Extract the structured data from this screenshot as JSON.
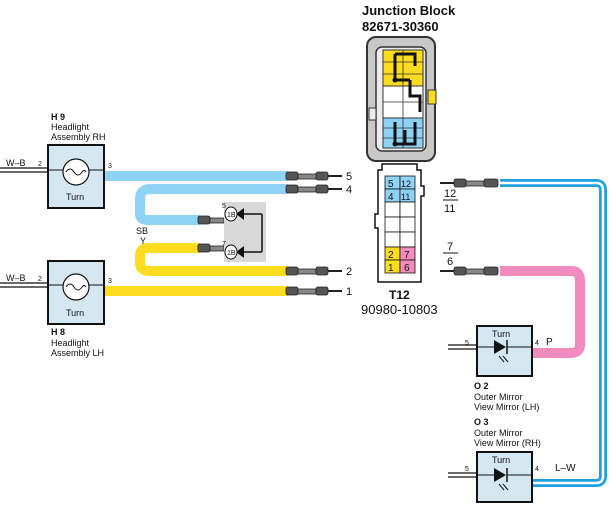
{
  "junction_block": {
    "title": "Junction Block",
    "part_number": "82671-30360"
  },
  "connector": {
    "id": "T12",
    "part_number": "90980-10803",
    "cells": {
      "c5": "5",
      "c12": "12",
      "c4": "4",
      "c11": "11",
      "c2": "2",
      "c7": "7",
      "c1": "1",
      "c6": "6"
    },
    "pin_labels": {
      "p5": "5",
      "p4": "4",
      "p2": "2",
      "p1": "1"
    },
    "right_pins": {
      "top_num": "12",
      "top_den": "11",
      "bot_num": "7",
      "bot_den": "6"
    }
  },
  "headlight_rh": {
    "code": "H 9",
    "name_line1": "Headlight",
    "name_line2": "Assembly RH",
    "inner": "Turn",
    "wire": "W–B",
    "pin_left": "2",
    "pin_right": "3"
  },
  "headlight_lh": {
    "code": "H 8",
    "name_line1": "Headlight",
    "name_line2": "Assembly LH",
    "inner": "Turn",
    "wire": "W–B",
    "pin_left": "2",
    "pin_right": "3"
  },
  "wire_labels": {
    "sb": "SB",
    "y": "Y",
    "p": "P",
    "lw": "L–W"
  },
  "splice": {
    "top_pin": "5",
    "top_code": "1B",
    "bot_pin": "7",
    "bot_code": "1B"
  },
  "mirror_lh": {
    "code": "O 2",
    "name_line1": "Outer Mirror",
    "name_line2": "View Mirror (LH)",
    "inner": "Turn",
    "pin_left": "5",
    "pin_right": "4"
  },
  "mirror_rh": {
    "code": "O 3",
    "name_line1": "Outer Mirror",
    "name_line2": "View Mirror (RH)",
    "inner": "Turn",
    "pin_left": "5",
    "pin_right": "4"
  },
  "colors": {
    "sb": "#8fd3f4",
    "y": "#fbdc1e",
    "p": "#f28cbf",
    "lw": "#1ea0e0",
    "box": "#d5e8f2",
    "jb_gray": "#c8c8c8"
  }
}
